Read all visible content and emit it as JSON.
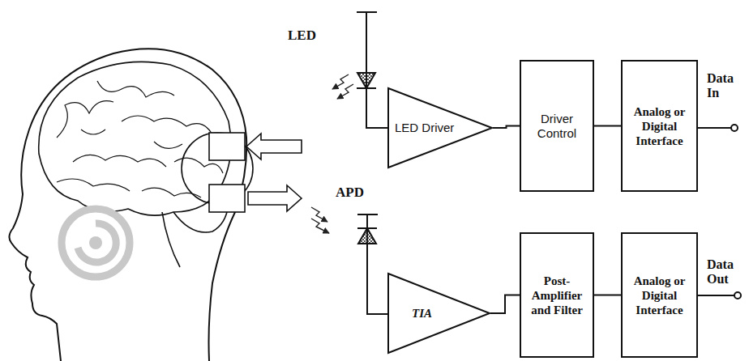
{
  "diagram": {
    "nodes": [
      {
        "text": [
          "LED Driver"
        ]
      },
      {
        "text": [
          "Driver Control"
        ]
      },
      {
        "text": [
          "Analog or Digital Interface"
        ]
      },
      {
        "text": [
          "TIA"
        ]
      },
      {
        "text": [
          "Post-Amplifier and Filter"
        ]
      },
      {
        "text": [
          "Analog or Digital Interface"
        ]
      }
    ],
    "edges": [
      {
        "from": 0,
        "to": 1,
        "arrow": "none"
      },
      {
        "from": 1,
        "to": 2,
        "arrow": "none"
      },
      {
        "from": 3,
        "to": 4,
        "arrow": "none"
      },
      {
        "from": 4,
        "to": 5,
        "arrow": "none"
      }
    ],
    "labels": [
      "LED",
      "APD",
      "Data In",
      "Data Out"
    ]
  }
}
